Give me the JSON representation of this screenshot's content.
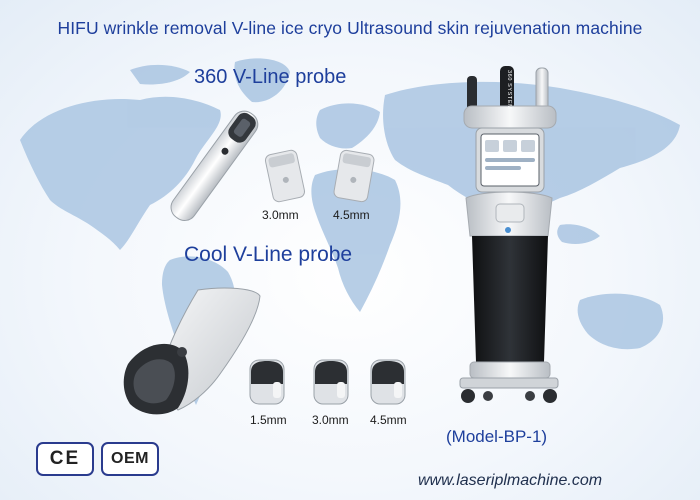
{
  "title": "HIFU wrinkle removal V-line ice cryo Ultrasound skin rejuvenation machine",
  "sections": {
    "probe_360": {
      "heading": "360 V-Line probe",
      "cartridges": [
        "3.0mm",
        "4.5mm"
      ]
    },
    "probe_cool": {
      "heading": "Cool V-Line probe",
      "cartridges": [
        "1.5mm",
        "3.0mm",
        "4.5mm"
      ]
    }
  },
  "machine": {
    "model": "(Model-BP-1)",
    "handle_label": "360 SYSTEM"
  },
  "badges": {
    "ce": "CE",
    "oem": "OEM"
  },
  "website": "www.laseriplmachine.com",
  "colors": {
    "text_blue": "#1e3f9c",
    "badge_border": "#2a3b8e",
    "map_blue": "#aac5e2",
    "machine_black": "#1b1d20"
  }
}
